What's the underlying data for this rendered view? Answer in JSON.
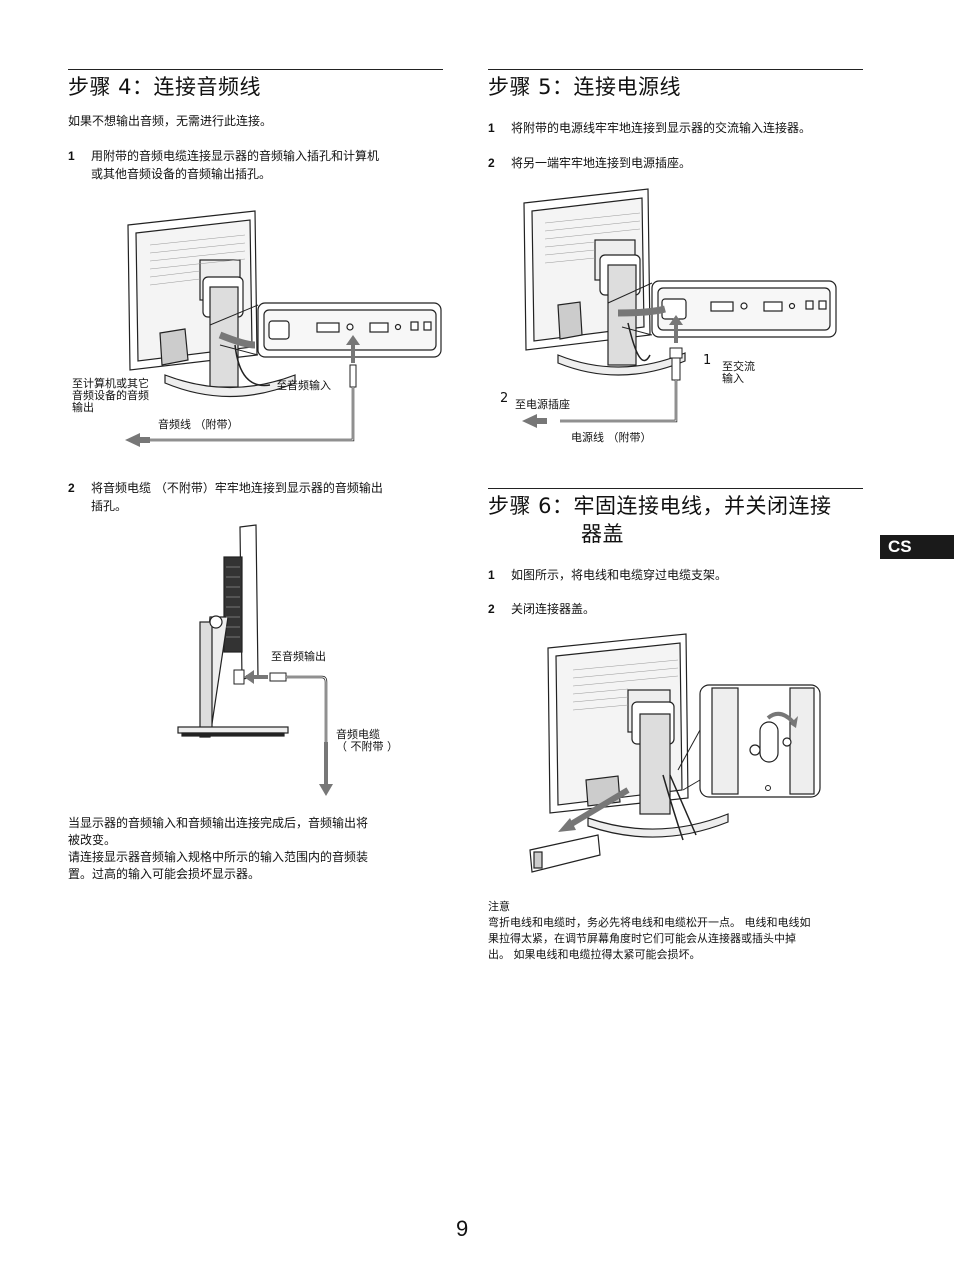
{
  "side_tab": "CS",
  "page_number": "9",
  "step4": {
    "heading": "步骤 4：连接音频线",
    "intro": "如果不想输出音频，无需进行此连接。",
    "item1_num": "1",
    "item1_line1": "用附带的音频电缆连接显示器的音频输入插孔和计算机",
    "item1_line2": "或其他音频设备的音频输出插孔。",
    "fig1_label_left1": "至计算机或其它",
    "fig1_label_left2": "音频设备的音频",
    "fig1_label_left3": "输出",
    "fig1_label_audio_in": "至音频输入",
    "fig1_label_cable": "音频线 （附带）",
    "item2_num": "2",
    "item2_line1": "将音频电缆 （不附带）牢牢地连接到显示器的音频输出",
    "item2_line2": "插孔。",
    "fig2_label_audio_out": "至音频输出",
    "fig2_label_cable1": "音频电缆",
    "fig2_label_cable2": "（ 不附带 ）",
    "note_line1": "当显示器的音频输入和音频输出连接完成后，音频输出将",
    "note_line2": "被改变。",
    "note_line3": "请连接显示器音频输入规格中所示的输入范围内的音频装",
    "note_line4": "置。过高的输入可能会损坏显示器。"
  },
  "step5": {
    "heading": "步骤 5：连接电源线",
    "item1_num": "1",
    "item1": "将附带的电源线牢牢地连接到显示器的交流输入连接器。",
    "item2_num": "2",
    "item2": "将另一端牢牢地连接到电源插座。",
    "fig_label_1": "1",
    "fig_label_ac1": "至交流",
    "fig_label_ac2": "输入",
    "fig_label_2": "2",
    "fig_label_outlet": "至电源插座",
    "fig_label_cord": "电源线 （附带）"
  },
  "step6": {
    "heading_line1": "步骤 6：牢固连接电线，并关闭连接",
    "heading_line2": "器盖",
    "item1_num": "1",
    "item1": "如图所示，将电线和电缆穿过电缆支架。",
    "item2_num": "2",
    "item2": "关闭连接器盖。",
    "notice_title": "注意",
    "notice_line1": "弯折电线和电缆时，务必先将电线和电缆松开一点。 电线和电线如",
    "notice_line2": "果拉得太紧，在调节屏幕角度时它们可能会从连接器或插头中掉",
    "notice_line3": "出。 如果电线和电缆拉得太紧可能会损坏。"
  }
}
